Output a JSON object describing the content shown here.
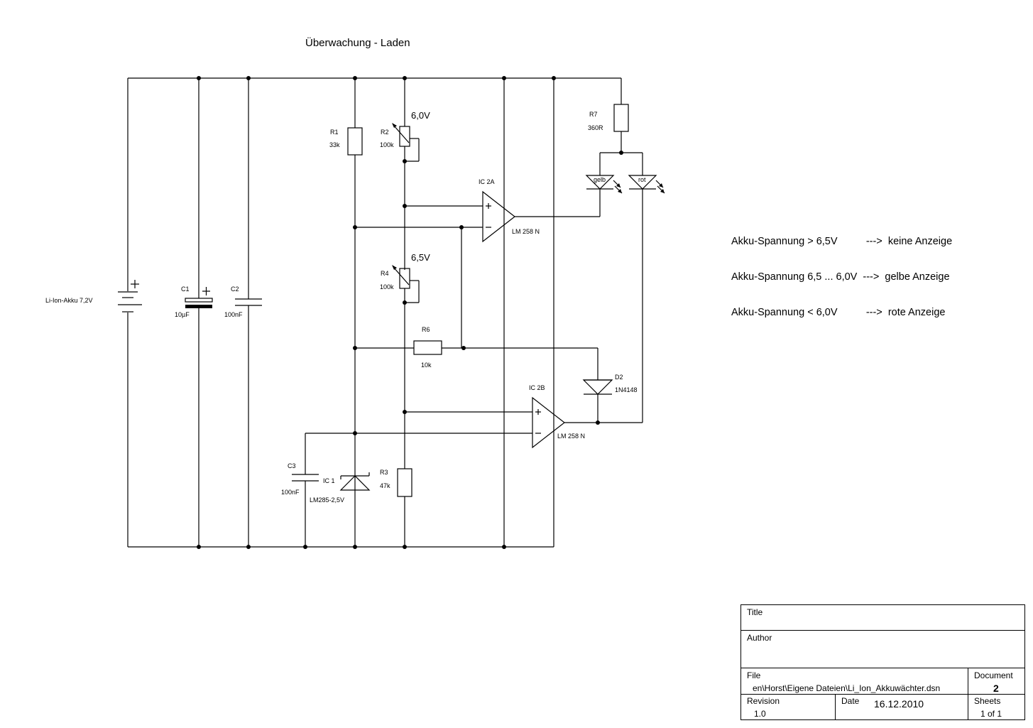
{
  "sheet_title": "Überwachung  - Laden",
  "components": {
    "battery": {
      "label": "Li-Ion-Akku 7,2V"
    },
    "c1": {
      "ref": "C1",
      "value": "10µF"
    },
    "c2": {
      "ref": "C2",
      "value": "100nF"
    },
    "c3": {
      "ref": "C3",
      "value": "100nF"
    },
    "r1": {
      "ref": "R1",
      "value": "33k"
    },
    "r2": {
      "ref": "R2",
      "value": "100k",
      "setting": "6,0V"
    },
    "r3": {
      "ref": "R3",
      "value": "47k"
    },
    "r4": {
      "ref": "R4",
      "value": "100k",
      "setting": "6,5V"
    },
    "r6": {
      "ref": "R6",
      "value": "10k"
    },
    "r7": {
      "ref": "R7",
      "value": "360R"
    },
    "ic1": {
      "ref": "IC 1",
      "value": "LM285-2,5V"
    },
    "ic2a": {
      "ref": "IC 2A",
      "value": "LM 258 N"
    },
    "ic2b": {
      "ref": "IC 2B",
      "value": "LM 258 N"
    },
    "d2": {
      "ref": "D2",
      "value": "1N4148"
    },
    "led_yellow": {
      "label": "gelb"
    },
    "led_red": {
      "label": "rot"
    }
  },
  "notes": [
    "Akku-Spannung > 6,5V          --->  keine Anzeige",
    "Akku-Spannung 6,5 ... 6,0V  --->  gelbe Anzeige",
    "Akku-Spannung < 6,0V          --->  rote Anzeige"
  ],
  "title_block": {
    "title_label": "Title",
    "title_value": "",
    "author_label": "Author",
    "author_value": "",
    "file_label": "File",
    "file_value": "en\\Horst\\Eigene Dateien\\Li_Ion_Akkuwächter.dsn",
    "document_label": "Document",
    "document_value": "2",
    "revision_label": "Revision",
    "revision_value": "1.0",
    "date_label": "Date",
    "date_value": "16.12.2010",
    "sheets_label": "Sheets",
    "sheets_value": "1 of 1"
  }
}
